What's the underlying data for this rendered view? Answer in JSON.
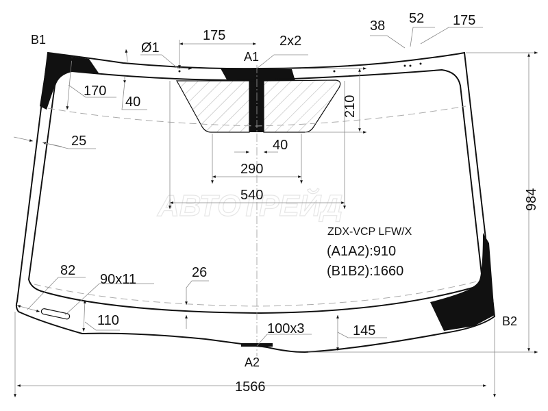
{
  "watermark": "АВТОТРЕЙД",
  "points": {
    "b1": "B1",
    "b2": "B2",
    "a1": "A1",
    "a2": "A2"
  },
  "dimensions": {
    "d175_top_left": "175",
    "d_hole": "Ø1",
    "d2x2": "2x2",
    "d38": "38",
    "d52": "52",
    "d175_top_right": "175",
    "d170": "170",
    "d40_top": "40",
    "d210": "210",
    "d25": "25",
    "d40_sensor": "40",
    "d290": "290",
    "d540": "540",
    "d984": "984",
    "d82": "82",
    "d90x11": "90x11",
    "d26": "26",
    "d110": "110",
    "d100x3": "100x3",
    "d145": "145",
    "d1566": "1566"
  },
  "info": {
    "model": "ZDX-VCP LFW/X",
    "a1a2": "(A1A2):910",
    "b1b2": "(B1B2):1660"
  },
  "colors": {
    "line": "#111111",
    "dim": "#888888",
    "watermark": "#e6e6e6"
  }
}
